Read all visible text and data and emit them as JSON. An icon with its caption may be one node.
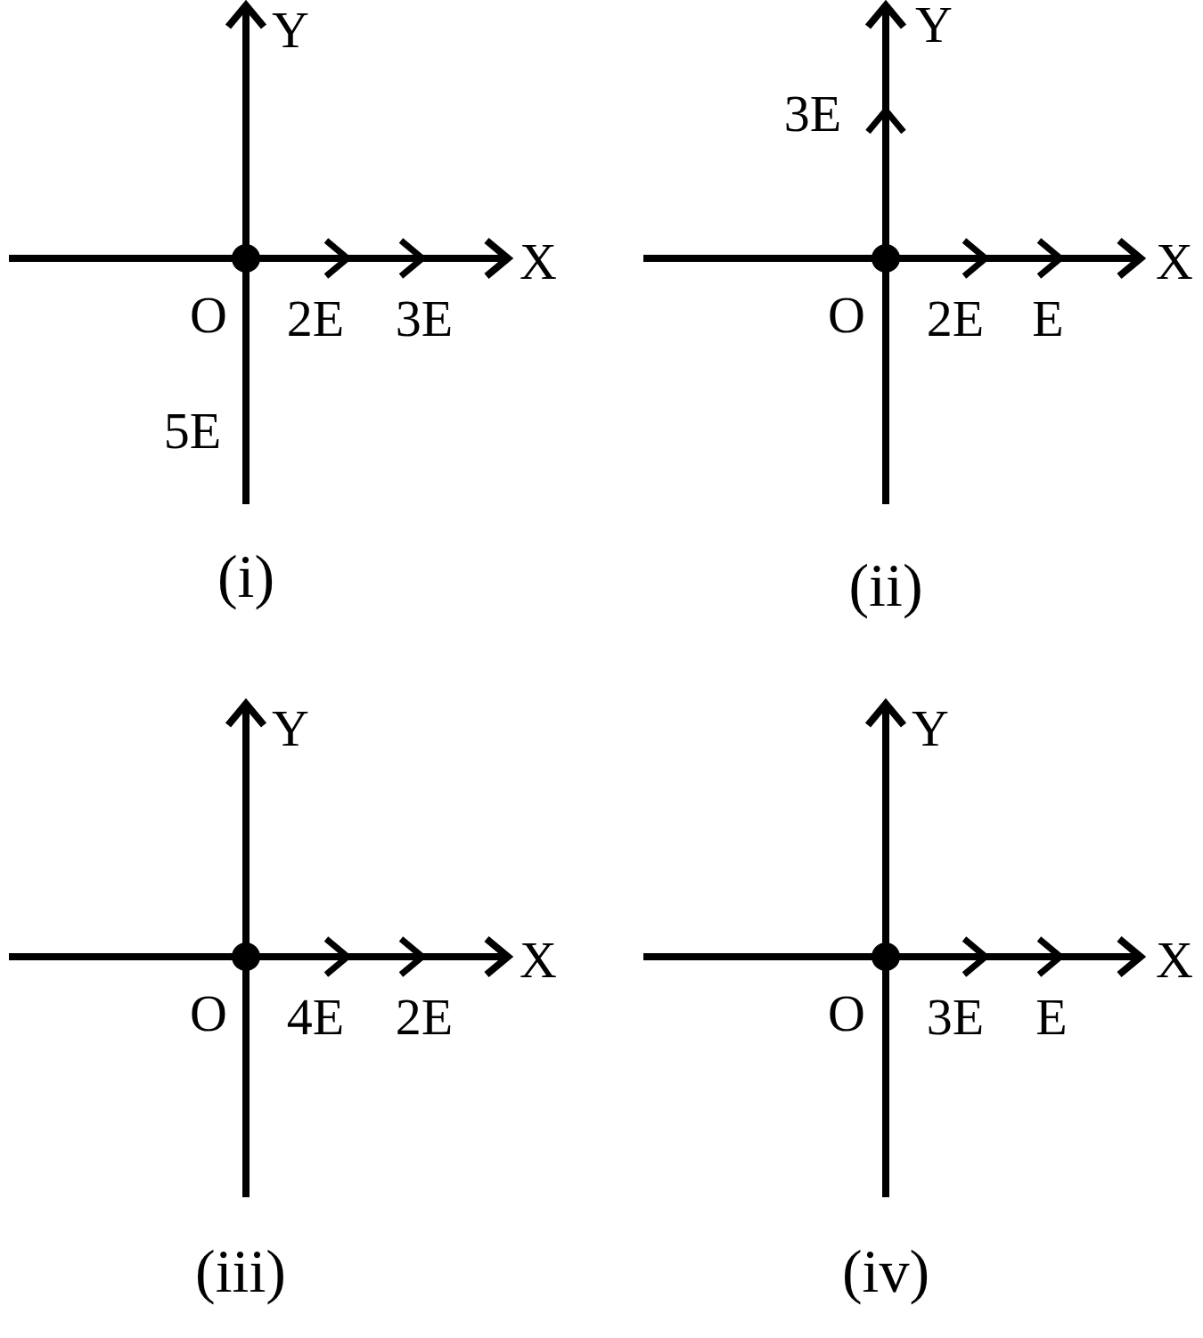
{
  "diagram": {
    "labels": [
      "Y",
      "X",
      "O",
      "2E",
      "3E",
      "5E",
      "(i)",
      "Y",
      "3E",
      "X",
      "O",
      "2E",
      "E",
      "(ii)",
      "Y",
      "X",
      "O",
      "4E",
      "2E",
      "(iii)",
      "Y",
      "X",
      "O",
      "3E",
      "E",
      "(iv)"
    ]
  }
}
